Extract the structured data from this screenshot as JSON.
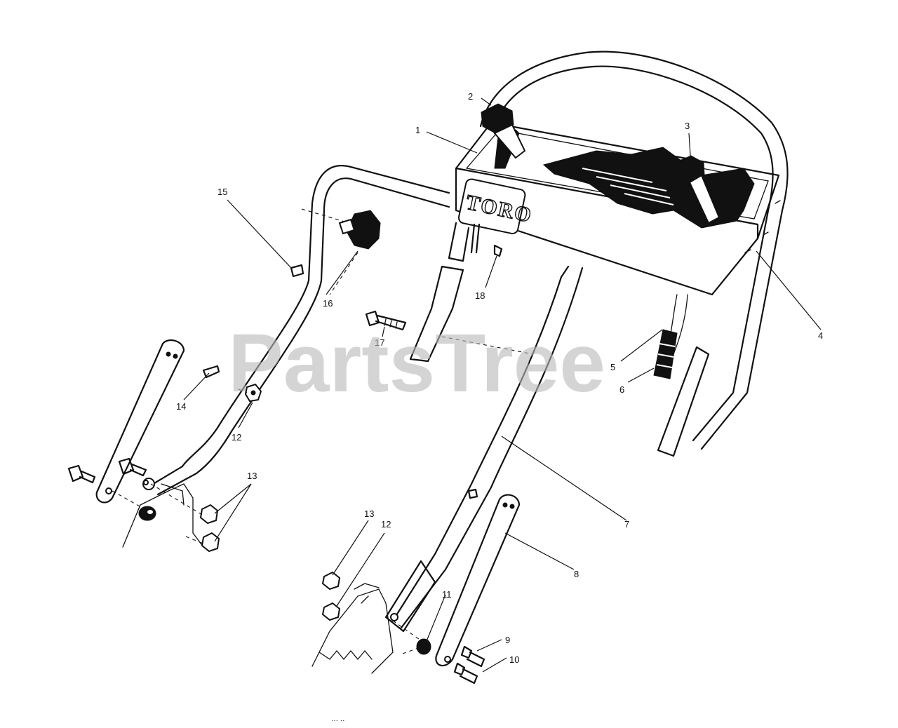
{
  "watermark": "PartsTree",
  "panel_brand": "TORO",
  "footer_code": "··· ··",
  "colors": {
    "line": "#111111",
    "watermark": "#b8b8b8",
    "background": "#ffffff"
  },
  "callouts": [
    {
      "id": "c1",
      "label": "1"
    },
    {
      "id": "c2",
      "label": "2"
    },
    {
      "id": "c3",
      "label": "3"
    },
    {
      "id": "c4",
      "label": "4"
    },
    {
      "id": "c5",
      "label": "5"
    },
    {
      "id": "c6",
      "label": "6"
    },
    {
      "id": "c7",
      "label": "7"
    },
    {
      "id": "c8",
      "label": "8"
    },
    {
      "id": "c9",
      "label": "9"
    },
    {
      "id": "c10",
      "label": "10"
    },
    {
      "id": "c11",
      "label": "11"
    },
    {
      "id": "c12a",
      "label": "12"
    },
    {
      "id": "c12b",
      "label": "12"
    },
    {
      "id": "c13a",
      "label": "13"
    },
    {
      "id": "c13b",
      "label": "13"
    },
    {
      "id": "c14",
      "label": "14"
    },
    {
      "id": "c15",
      "label": "15"
    },
    {
      "id": "c16",
      "label": "16"
    },
    {
      "id": "c17",
      "label": "17"
    },
    {
      "id": "c18",
      "label": "18"
    }
  ]
}
